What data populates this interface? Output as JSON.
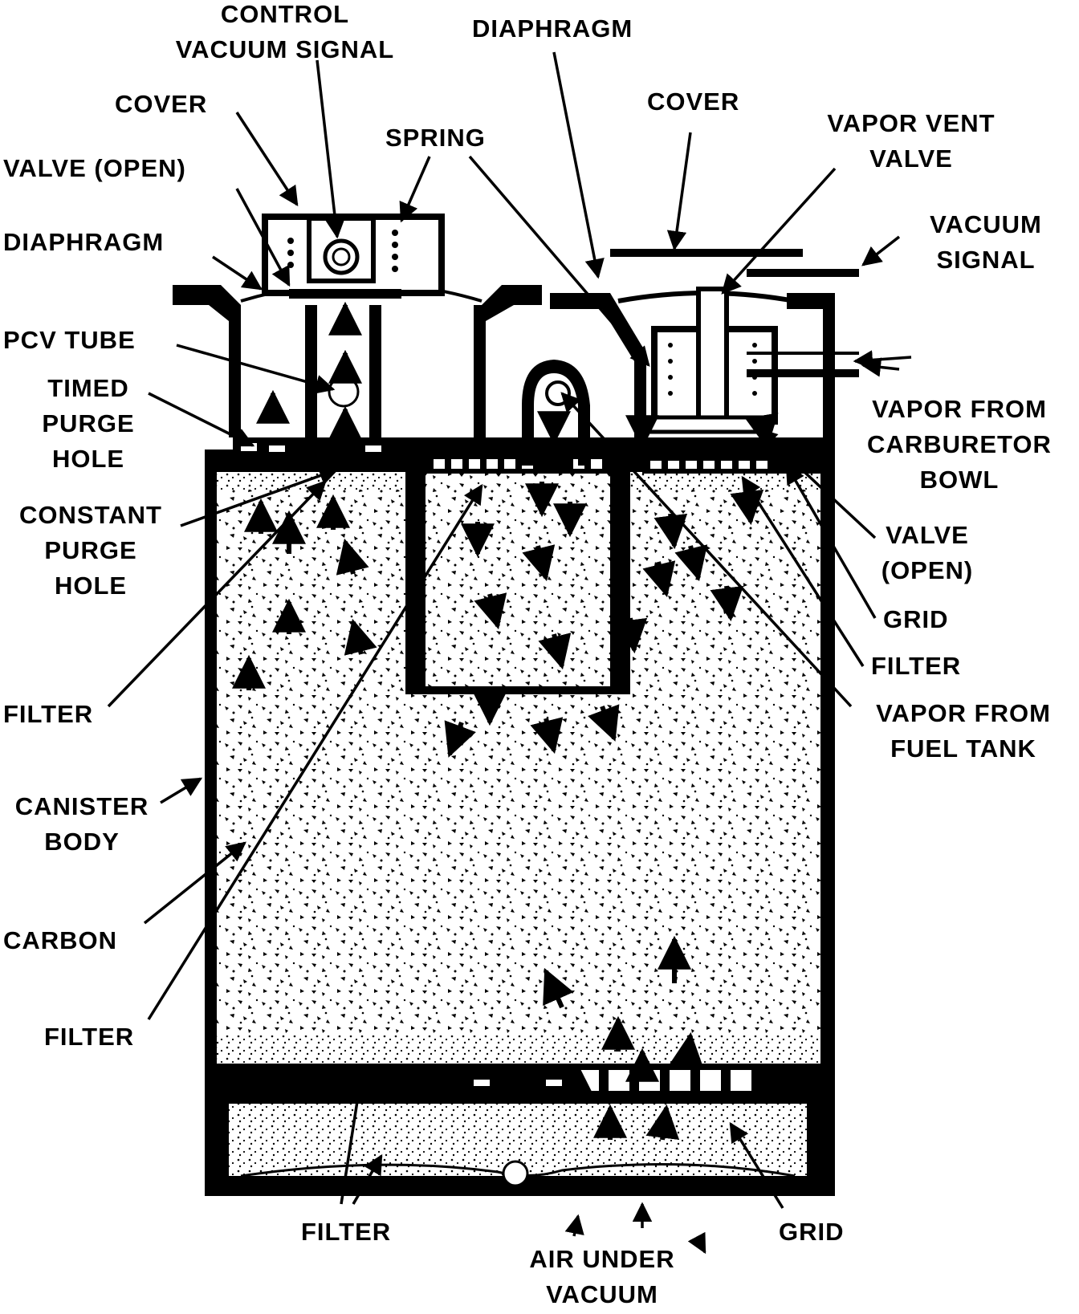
{
  "labels": {
    "control_vacuum_signal": "CONTROL\nVACUUM SIGNAL",
    "diaphragm_top": "DIAPHRAGM",
    "cover_left": "COVER",
    "spring": "SPRING",
    "cover_right": "COVER",
    "vapor_vent_valve": "VAPOR VENT\nVALVE",
    "valve_open_left": "VALVE (OPEN)",
    "vacuum_signal": "VACUUM\nSIGNAL",
    "diaphragm_left": "DIAPHRAGM",
    "pcv_tube": "PCV TUBE",
    "timed_purge_hole": "TIMED\nPURGE\nHOLE",
    "vapor_from_carburetor_bowl": "VAPOR FROM\nCARBURETOR\nBOWL",
    "constant_purge_hole": "CONSTANT\nPURGE\nHOLE",
    "valve_open_right": "VALVE\n(OPEN)",
    "grid_right": "GRID",
    "filter_right": "FILTER",
    "vapor_from_fuel_tank": "VAPOR FROM\nFUEL TANK",
    "filter_left_1": "FILTER",
    "canister_body": "CANISTER\nBODY",
    "carbon": "CARBON",
    "filter_left_2": "FILTER",
    "filter_bottom": "FILTER",
    "grid_bottom": "GRID",
    "air_under_vacuum": "AIR UNDER\nVACUUM"
  }
}
